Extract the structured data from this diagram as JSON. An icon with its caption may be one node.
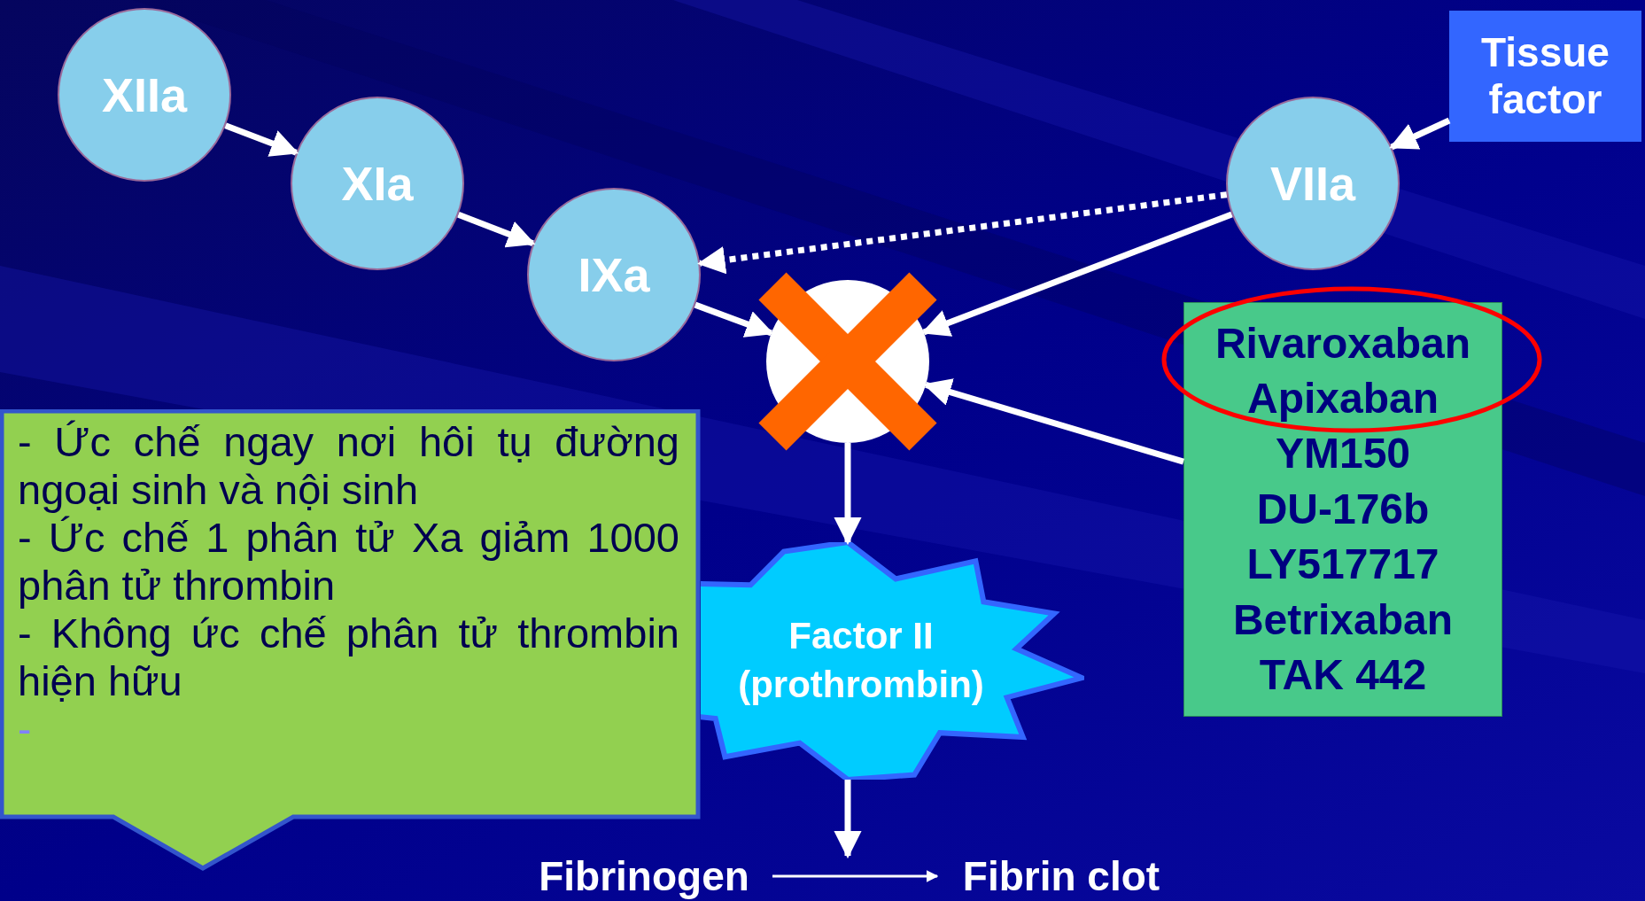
{
  "diagram": {
    "nodes": [
      {
        "text": [
          "XIIa"
        ]
      },
      {
        "text": [
          "XIa"
        ]
      },
      {
        "text": [
          "IXa"
        ]
      },
      {
        "text": [
          "Tissue factor"
        ]
      },
      {
        "text": [
          "VIIa"
        ]
      },
      {
        "text": [],
        "shape": "circle"
      },
      {
        "text": [
          "Rivaroxaban",
          "Apixaban",
          "YM150",
          "DU-176b",
          "LY517717",
          "Betrixaban",
          "TAK 442"
        ]
      },
      {
        "text": [
          "Factor II (prothrombin)"
        ]
      },
      {
        "text": [
          "- Ức chế ngay nơi hôi tụ đường ngoại sinh và nội sinh",
          "- Ức chế 1 phân tử Xa giảm 1000 phân tử thrombin",
          "- Không ức chế phân tử thrombin hiện hữu",
          "-"
        ]
      },
      {
        "text": [
          "Fibrinogen"
        ]
      },
      {
        "text": [
          "Fibrin clot"
        ]
      }
    ],
    "edges": [
      {
        "from": 0,
        "to": 1,
        "arrow": "to"
      },
      {
        "from": 1,
        "to": 2,
        "arrow": "to"
      },
      {
        "from": 2,
        "to": 5,
        "arrow": "to"
      },
      {
        "from": 3,
        "to": 4,
        "arrow": "to"
      },
      {
        "from": 4,
        "to": 2,
        "arrow": "to",
        "style": "dashed"
      },
      {
        "from": 4,
        "to": 5,
        "arrow": "to"
      },
      {
        "from": 6,
        "to": 5,
        "arrow": "to"
      },
      {
        "from": 5,
        "to": 7,
        "arrow": "to"
      },
      {
        "from": 7,
        "to": null,
        "arrow": "to"
      },
      {
        "from": 9,
        "to": 10,
        "arrow": "to"
      }
    ]
  }
}
